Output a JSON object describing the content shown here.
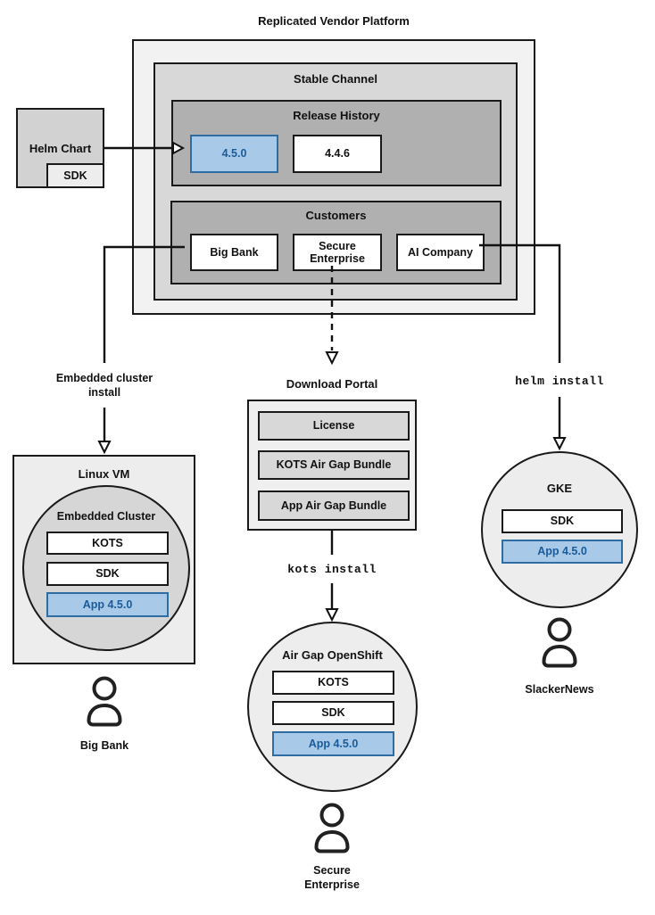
{
  "title": "Replicated Vendor Platform",
  "platform": {
    "stable_channel_label": "Stable Channel",
    "release_history": {
      "label": "Release History",
      "releases": [
        "4.5.0",
        "4.4.6"
      ],
      "highlighted_release": "4.5.0"
    },
    "customers": {
      "label": "Customers",
      "items": [
        "Big Bank",
        "Secure Enterprise",
        "AI Company"
      ]
    }
  },
  "helm_chart": {
    "label": "Helm Chart",
    "sdk_label": "SDK"
  },
  "install_flows": {
    "embedded_cluster": "Embedded cluster install",
    "kots": "kots install",
    "helm": "helm install"
  },
  "download_portal": {
    "label": "Download Portal",
    "items": [
      "License",
      "KOTS Air Gap Bundle",
      "App Air Gap Bundle"
    ]
  },
  "linux_vm": {
    "label": "Linux VM",
    "embedded_cluster_label": "Embedded Cluster",
    "components": [
      "KOTS",
      "SDK",
      "App 4.5.0"
    ]
  },
  "air_gap_openshift": {
    "label": "Air Gap OpenShift",
    "components": [
      "KOTS",
      "SDK",
      "App 4.5.0"
    ]
  },
  "gke": {
    "label": "GKE",
    "components": [
      "SDK",
      "App 4.5.0"
    ]
  },
  "end_users": [
    "Big Bank",
    "Secure Enterprise",
    "SlackerNews"
  ],
  "colors": {
    "highlight_fill": "#a9c9e8",
    "highlight_border": "#2e6da4",
    "highlight_text": "#1a5c99",
    "outer_gray": "#f2f2f2",
    "mid_gray": "#d8d8d8",
    "dark_gray": "#b0b0b0"
  }
}
